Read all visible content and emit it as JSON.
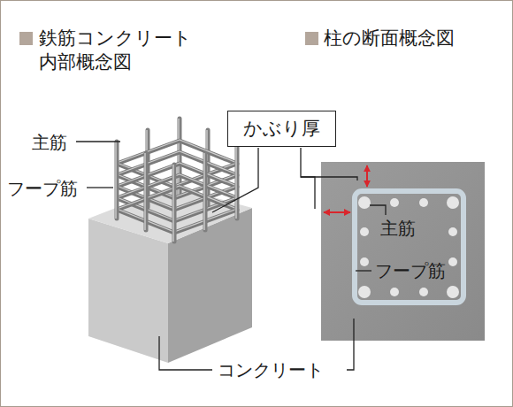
{
  "diagram": {
    "nodes": [
      {
        "text": [
          "かぶり厚"
        ]
      }
    ],
    "labels": [
      "鉄筋コンクリート 内部概念図",
      "柱の断面概念図",
      "主筋",
      "フープ筋",
      "主筋",
      "フープ筋",
      "コンクリート"
    ]
  }
}
